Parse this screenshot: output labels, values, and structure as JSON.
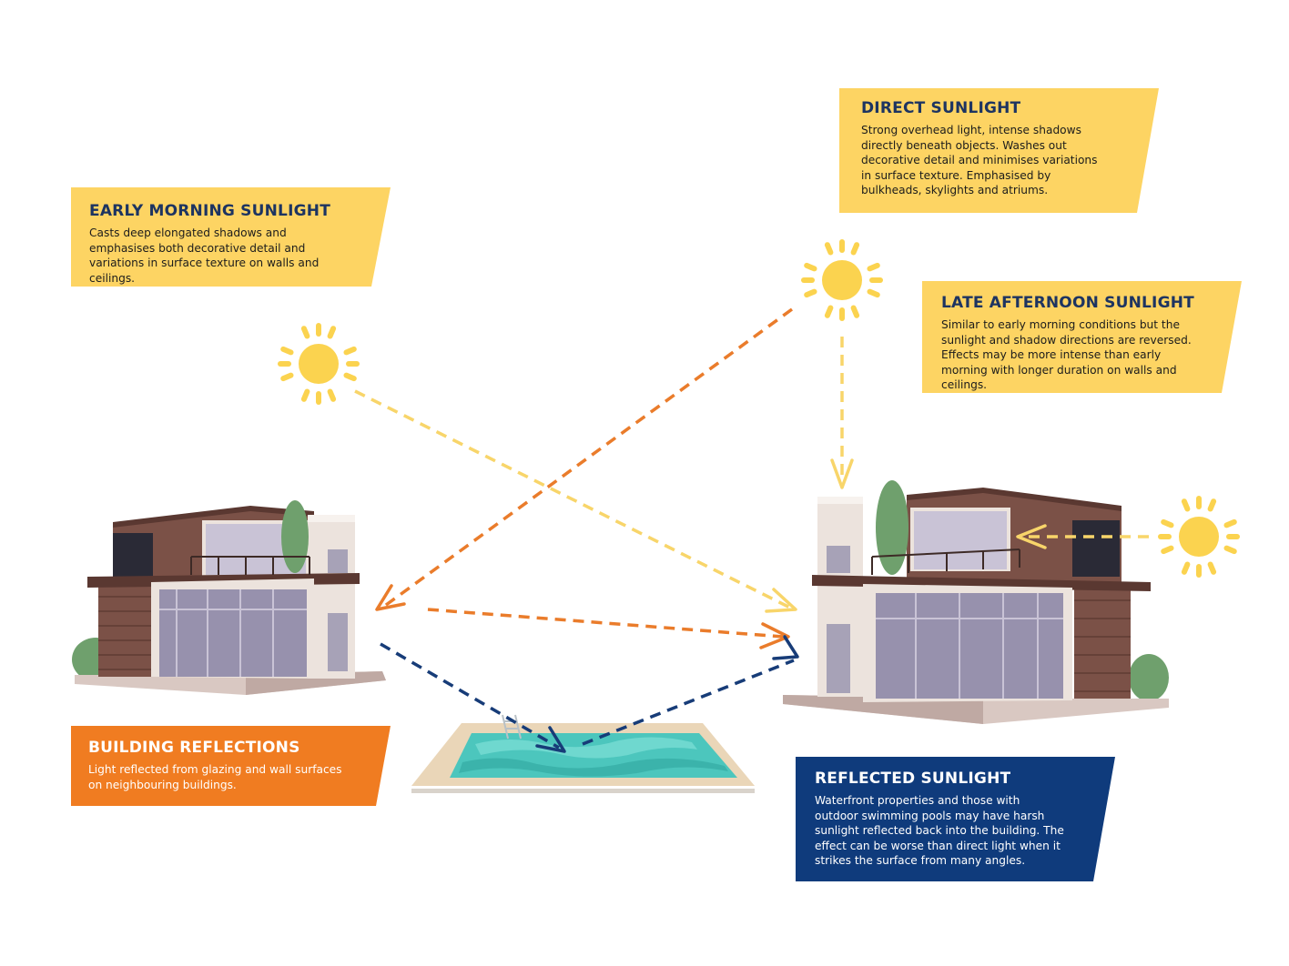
{
  "colors": {
    "yellow_panel": "#fdd463",
    "orange_panel": "#f07c21",
    "blue_panel": "#0f3b7c",
    "sun": "#fbd34f",
    "arrow_yellow": "#f8d56a",
    "arrow_orange": "#ea7c2b",
    "arrow_blue": "#173c78",
    "pool_water": "#4cc6bd",
    "building_wood": "#7b5147",
    "building_wall": "#ece3dd",
    "glass": "#9791ad",
    "tree": "#6fa06d"
  },
  "panels": {
    "early_morning": {
      "title": "EARLY MORNING SUNLIGHT",
      "body": "Casts deep elongated shadows and emphasises both decorative detail and variations in surface texture on walls and ceilings."
    },
    "direct": {
      "title": "DIRECT SUNLIGHT",
      "body": "Strong overhead light, intense shadows directly beneath objects. Washes out decorative detail and minimises variations in surface texture. Emphasised by bulkheads, skylights and atriums."
    },
    "late_afternoon": {
      "title": "LATE AFTERNOON SUNLIGHT",
      "body": "Similar to early morning conditions but the sunlight and shadow directions are reversed. Effects may be more intense than early morning with longer duration on walls and ceilings."
    },
    "building_reflections": {
      "title": "BUILDING REFLECTIONS",
      "body": "Light reflected from glazing and wall surfaces on neighbouring buildings."
    },
    "reflected": {
      "title": "REFLECTED SUNLIGHT",
      "body": "Waterfront properties and those with outdoor swimming pools may have harsh sunlight reflected back into the building. The effect can be worse than direct light when it strikes the surface from many angles."
    }
  },
  "icons": {
    "sun": "sun-icon",
    "building": "house-icon",
    "pool": "swimming-pool-icon"
  }
}
